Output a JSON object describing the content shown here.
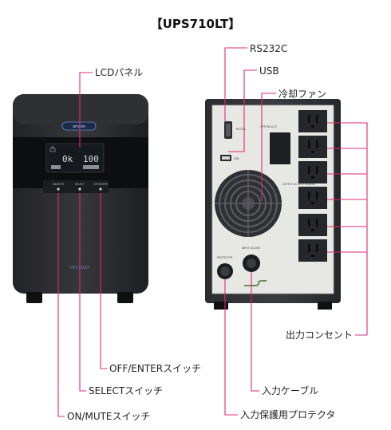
{
  "title": "【UPS710LT】",
  "colors": {
    "leader": "#e0287a",
    "body": "#2a2b2e",
    "panel": "#e8e8e4",
    "text": "#222222"
  },
  "front": {
    "brand": "omron",
    "model": "UPS710LT",
    "lcd_main": "0k",
    "lcd_value": "100",
    "btn_labels": [
      "ON/MUTE",
      "SELECT",
      "OFF/ENTER"
    ]
  },
  "back": {
    "rs232c_tag": "RS232C",
    "usb_tag": "USB",
    "option_tag": "OPTION SLOT",
    "output_tag": "OUTPUT AC100V 50/60Hz",
    "protector_tag": "PROTECTOR",
    "input_tag": "INPUT AC100V"
  },
  "labels": {
    "lcd": "LCDパネル",
    "rs232c": "RS232C",
    "usb": "USB",
    "fan": "冷却ファン",
    "outlet": "出力コンセント",
    "off_enter": "OFF/ENTERスイッチ",
    "select": "SELECTスイッチ",
    "on_mute": "ON/MUTEスイッチ",
    "input_cable": "入力ケーブル",
    "protector": "入力保護用プロテクタ"
  }
}
